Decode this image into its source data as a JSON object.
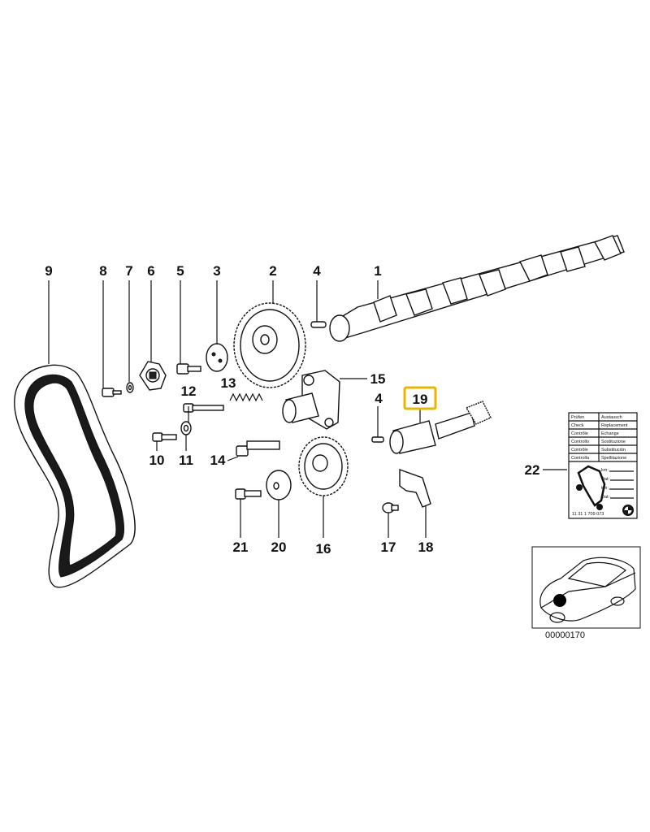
{
  "diagram": {
    "callouts": {
      "c1": "1",
      "c2": "2",
      "c3": "3",
      "c4a": "4",
      "c5": "5",
      "c6": "6",
      "c7": "7",
      "c8": "8",
      "c9": "9",
      "c10": "10",
      "c11": "11",
      "c12": "12",
      "c13": "13",
      "c14": "14",
      "c15": "15",
      "c4b": "4",
      "c16": "16",
      "c17": "17",
      "c18": "18",
      "c19": "19",
      "c20": "20",
      "c21": "21",
      "c22": "22"
    },
    "highlighted_part": "19",
    "highlight_color": "#e8b600",
    "label_card": {
      "rows": [
        [
          "Prüfen",
          "Austausch"
        ],
        [
          "Check",
          "Replacement"
        ],
        [
          "Contrôle",
          "Echange"
        ],
        [
          "Controllo",
          "Sostituzione"
        ],
        [
          "Contrôle",
          "Substitución"
        ],
        [
          "Controlla",
          "Spellitazione"
        ]
      ],
      "fields": [
        "km:",
        "Dat:",
        "km:",
        "Dat:"
      ],
      "part_number": "11 31 1 709 073"
    },
    "figure_id": "00000170"
  }
}
